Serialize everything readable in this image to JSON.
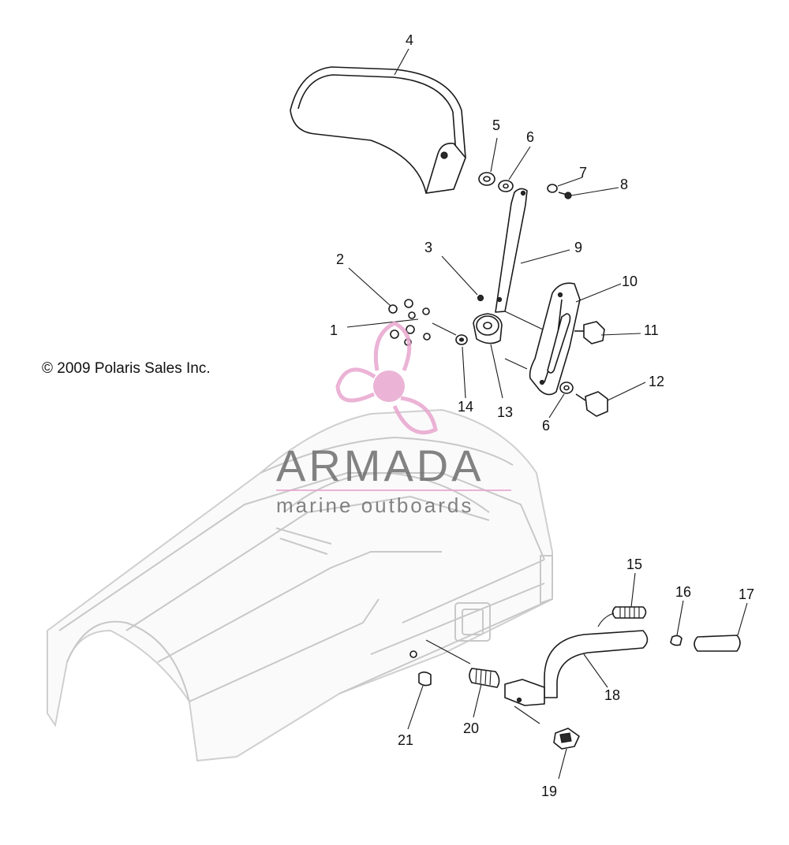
{
  "copyright": "© 2009 Polaris Sales Inc.",
  "watermark": {
    "title": "ARMADA",
    "subtitle": "marine outboards",
    "accent_color": "#e8a6cf",
    "text_color": "#6e6e6e"
  },
  "callouts": [
    "4",
    "5",
    "6",
    "7",
    "8",
    "3",
    "9",
    "2",
    "1",
    "10",
    "11",
    "14",
    "13",
    "12",
    "6",
    "15",
    "16",
    "17",
    "18",
    "20",
    "21",
    "19"
  ]
}
